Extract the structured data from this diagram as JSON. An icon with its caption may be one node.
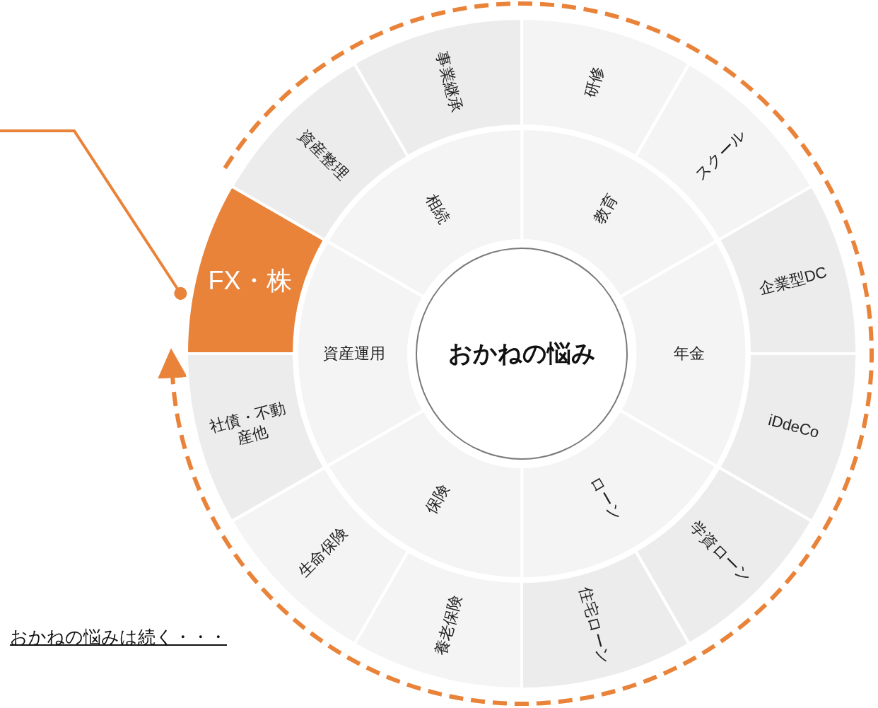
{
  "diagram": {
    "nodes": [
      {
        "text": [
          "おかねの悩み"
        ]
      },
      {
        "text": [
          "教育"
        ]
      },
      {
        "text": [
          "年金"
        ]
      },
      {
        "text": [
          "ローン"
        ]
      },
      {
        "text": [
          "保険"
        ]
      },
      {
        "text": [
          "資産運用"
        ]
      },
      {
        "text": [
          "相続"
        ]
      },
      {
        "text": [
          "研修"
        ]
      },
      {
        "text": [
          "スクール"
        ]
      },
      {
        "text": [
          "企業型DC"
        ]
      },
      {
        "text": [
          "iDdeCo"
        ]
      },
      {
        "text": [
          "学資ローン"
        ]
      },
      {
        "text": [
          "住宅ローン"
        ]
      },
      {
        "text": [
          "養老保険"
        ]
      },
      {
        "text": [
          "生命保険"
        ]
      },
      {
        "text": [
          "社債・不動産他"
        ]
      },
      {
        "text": [
          "FX・株"
        ]
      },
      {
        "text": [
          "資産整理"
        ]
      },
      {
        "text": [
          "事業継承"
        ]
      }
    ],
    "edges": [
      {
        "from": null,
        "to": 16,
        "arrow": "other"
      }
    ],
    "labels": [
      "おかねの悩みは続く・・・"
    ]
  }
}
